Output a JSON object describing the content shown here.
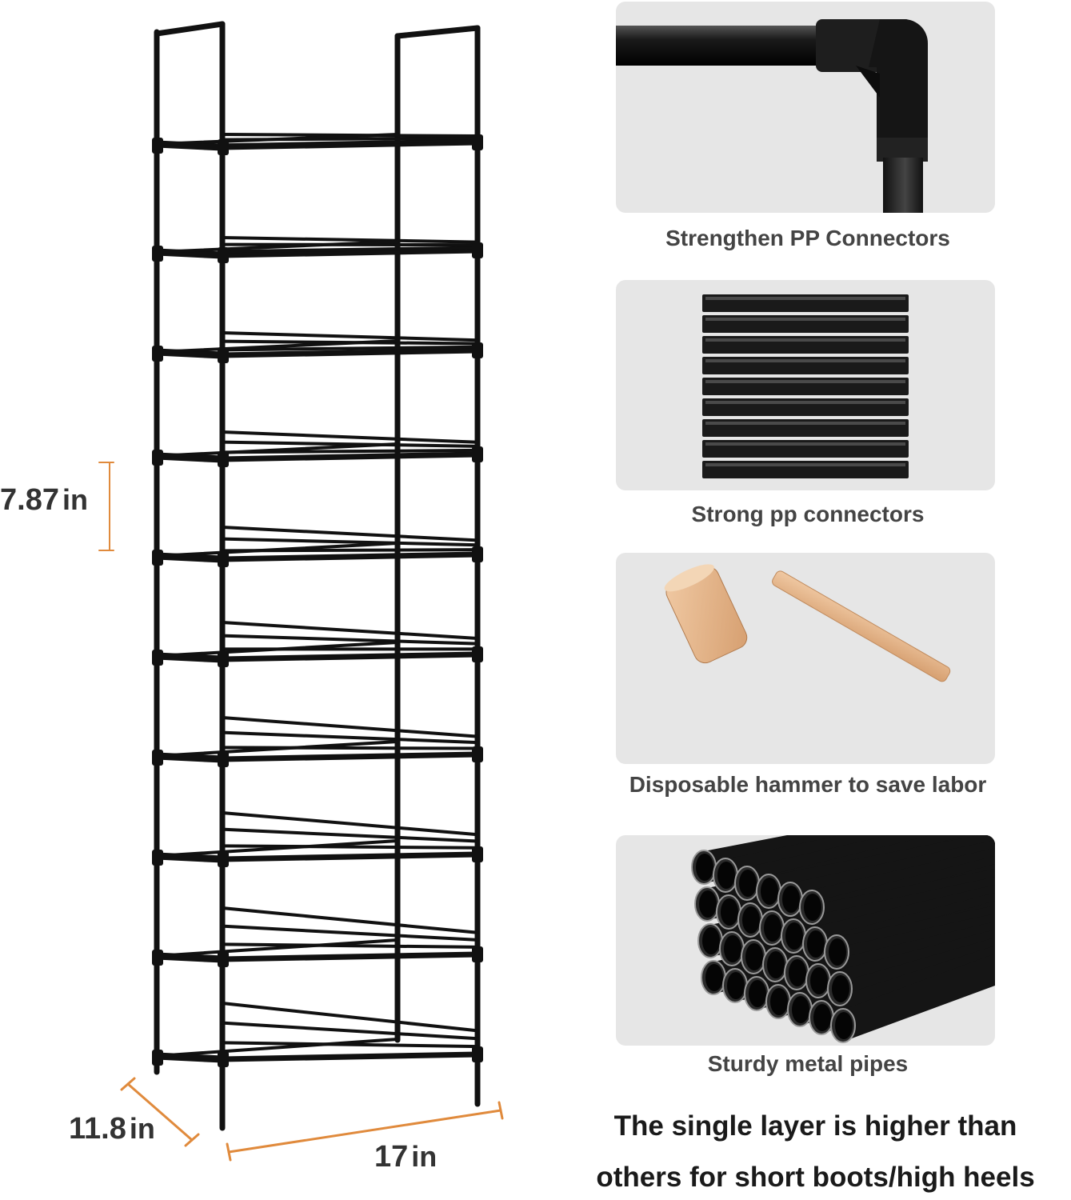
{
  "dimensions": {
    "shelf_gap": {
      "value": "7.87",
      "unit": "in"
    },
    "depth": {
      "value": "11.8",
      "unit": "in"
    },
    "width": {
      "value": "17",
      "unit": "in"
    }
  },
  "features": [
    {
      "caption": "Strengthen PP Connectors",
      "icon": "elbow-connector-icon"
    },
    {
      "caption": "Strong pp connectors",
      "icon": "connector-stack-icon"
    },
    {
      "caption": "Disposable hammer to save labor",
      "icon": "wooden-hammer-icon"
    },
    {
      "caption": "Sturdy metal pipes",
      "icon": "metal-pipes-icon"
    }
  ],
  "highlight": {
    "line1": "The single layer is higher than",
    "line2": "others for short boots/high heels"
  },
  "colors": {
    "frame": "#111111",
    "dimension_line": "#e08a3c",
    "panel_bg": "#e6e6e6",
    "hammer_wood": "#e6b88e"
  }
}
